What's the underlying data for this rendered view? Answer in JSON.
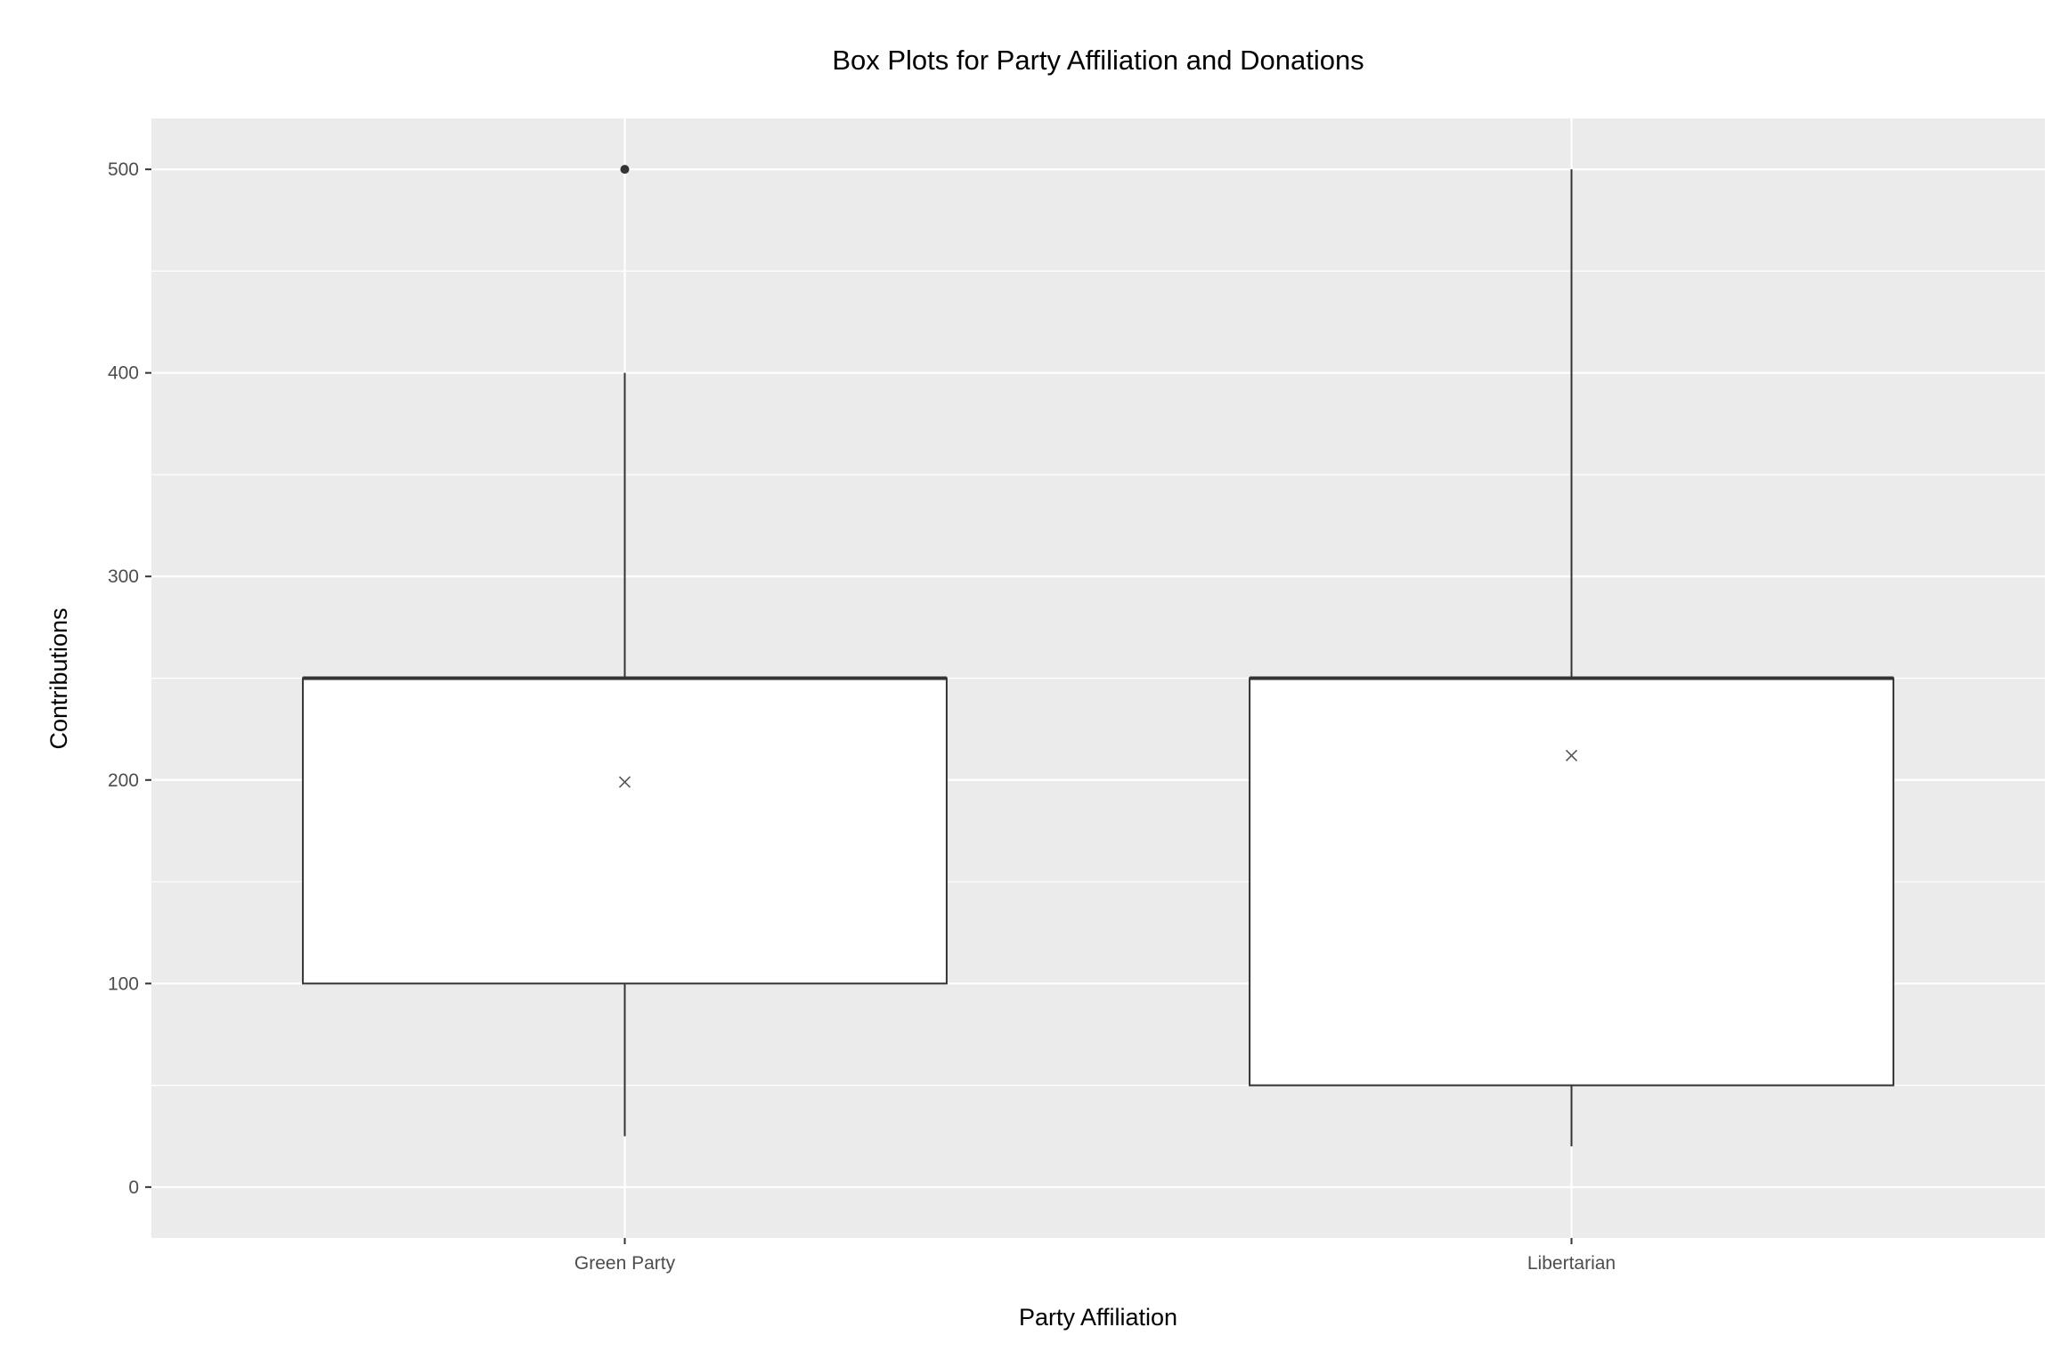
{
  "chart_data": {
    "type": "box",
    "title": "Box Plots for Party Affiliation and Donations",
    "xlabel": "Party Affiliation",
    "ylabel": "Contributions",
    "ylim": [
      -25,
      525
    ],
    "yticks": [
      0,
      100,
      200,
      300,
      400,
      500
    ],
    "categories": [
      "Green Party",
      "Libertarian"
    ],
    "boxes": [
      {
        "category": "Green Party",
        "whisker_low": 25,
        "q1": 100,
        "median": 250,
        "q3": 250,
        "whisker_high": 400,
        "mean": 199,
        "outliers": [
          500
        ]
      },
      {
        "category": "Libertarian",
        "whisker_low": 20,
        "q1": 50,
        "median": 250,
        "q3": 250,
        "whisker_high": 500,
        "mean": 212,
        "outliers": []
      }
    ],
    "grid": true,
    "panel_color": "#ebebeb",
    "grid_color": "#ffffff",
    "box_fill": "#ffffff",
    "line_color": "#333333"
  }
}
